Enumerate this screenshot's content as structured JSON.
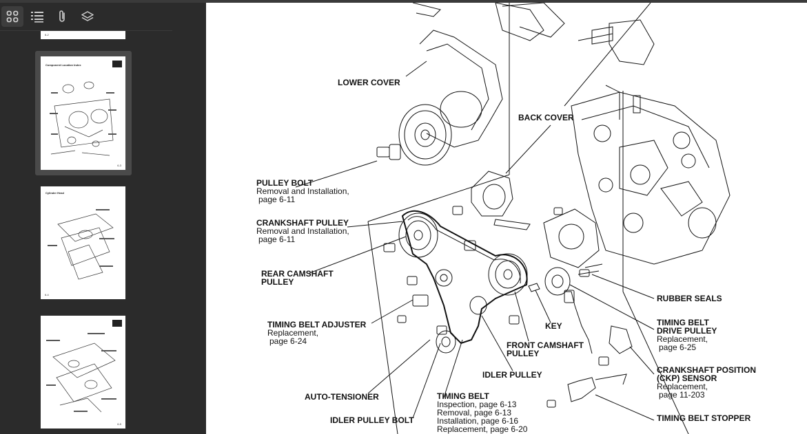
{
  "sidebar": {
    "tabs": [
      {
        "name": "thumbnails-tab",
        "icon": "grid-icon",
        "active": true
      },
      {
        "name": "outline-tab",
        "icon": "list-icon",
        "active": false
      },
      {
        "name": "attachments-tab",
        "icon": "paperclip-icon",
        "active": false
      },
      {
        "name": "layers-tab",
        "icon": "layers-icon",
        "active": false
      }
    ],
    "thumbnails": [
      {
        "page": "6-2",
        "title": ""
      },
      {
        "page": "6-3",
        "title": "Component Location Index"
      },
      {
        "page": "6-4",
        "title": "Cylinder Head"
      },
      {
        "page": "6-5",
        "title": ""
      }
    ]
  },
  "document": {
    "labels": {
      "lower_cover": "LOWER COVER",
      "back_cover": "BACK COVER",
      "pulley_bolt": "PULLEY BOLT",
      "pulley_bolt_l1": "Removal and Installation,",
      "pulley_bolt_l2": "page 6-11",
      "crankshaft_pulley": "CRANKSHAFT PULLEY",
      "crankshaft_pulley_l1": "Removal and Installation,",
      "crankshaft_pulley_l2": "page 6-11",
      "rear_cam_1": "REAR CAMSHAFT",
      "rear_cam_2": "PULLEY",
      "adjuster": "TIMING BELT ADJUSTER",
      "adjuster_l1": "Replacement,",
      "adjuster_l2": "page 6-24",
      "auto_tensioner": "AUTO-TENSIONER",
      "idler_bolt": "IDLER PULLEY BOLT",
      "timing_belt": "TIMING BELT",
      "timing_belt_l1": "Inspection, page 6-13",
      "timing_belt_l2": "Removal, page 6-13",
      "timing_belt_l3": "Installation, page 6-16",
      "timing_belt_l4": "Replacement, page 6-20",
      "idler_pulley": "IDLER PULLEY",
      "front_cam_1": "FRONT CAMSHAFT",
      "front_cam_2": "PULLEY",
      "key": "KEY",
      "rubber_seals": "RUBBER SEALS",
      "drive_pulley_1": "TIMING BELT",
      "drive_pulley_2": "DRIVE PULLEY",
      "drive_pulley_l1": "Replacement,",
      "drive_pulley_l2": "page 6-25",
      "ckp_1": "CRANKSHAFT POSITION",
      "ckp_2": "(CKP) SENSOR",
      "ckp_l1": "Replacement,",
      "ckp_l2": "page 11-203",
      "stopper": "TIMING BELT STOPPER"
    }
  },
  "colors": {
    "sidebar_bg": "#2b2b2b",
    "selected_thumb": "#4a4a4a",
    "ink": "#111111"
  }
}
